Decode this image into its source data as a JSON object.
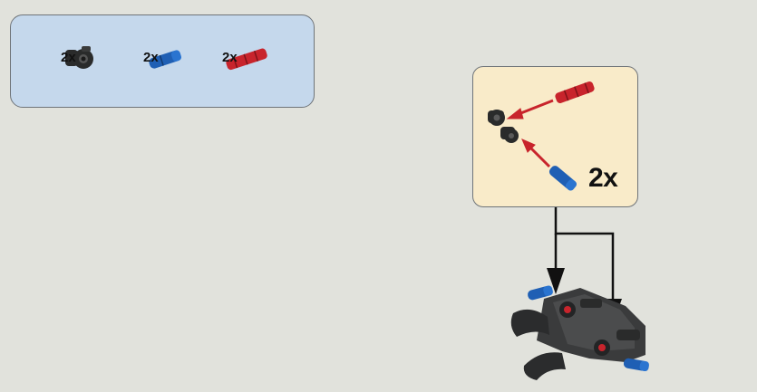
{
  "parts_list": {
    "items": [
      {
        "name": "connector-black",
        "quantity": "2x",
        "color": "#2a2b2b"
      },
      {
        "name": "axle-pin-blue",
        "quantity": "2x",
        "color": "#1f5fb4"
      },
      {
        "name": "axle-pin-red",
        "quantity": "2x",
        "color": "#c8242c"
      }
    ],
    "background": "#c5d8ec"
  },
  "subassembly": {
    "quantity": "2x",
    "background": "#f9ebc9",
    "arrow_color": "#c8242c"
  },
  "assembly": {
    "arrow_color": "#111111"
  },
  "colors": {
    "page_background": "#e1e2dc",
    "panel_border": "#6f7479"
  }
}
